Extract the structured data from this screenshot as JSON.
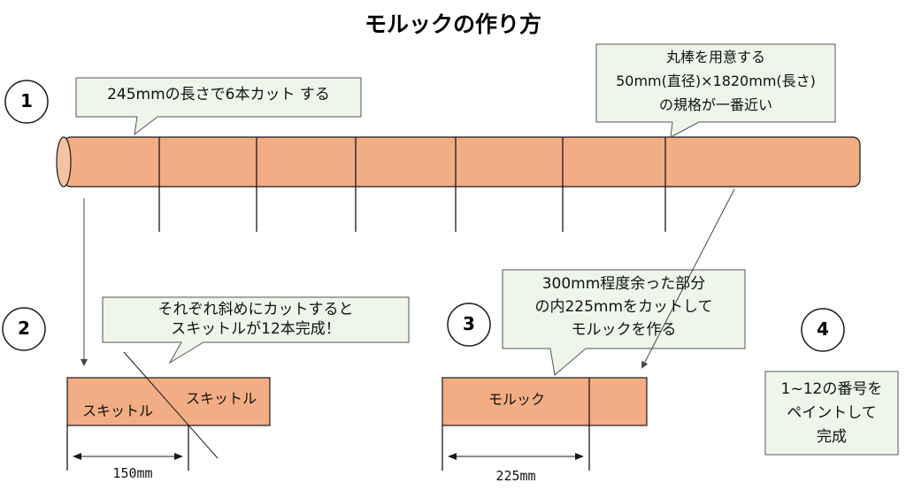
{
  "title": "モルックの作り方",
  "steps": [
    "1",
    "2",
    "3",
    "4"
  ],
  "callouts": {
    "cut6": "245mmの長さで6本カット する",
    "rod_line1": "丸棒を用意する",
    "rod_line2": "50mm(直径)×1820mm(長さ)",
    "rod_line3": "の規格が一番近い",
    "diag_line1": "それぞれ斜めにカットすると",
    "diag_line2": "スキットルが12本完成！",
    "rest_line1": "300mm程度余った部分",
    "rest_line2": "の内225mmをカットして",
    "rest_line3": "モルックを作る",
    "paint_line1": "1~12の番号を",
    "paint_line2": "ペイントして",
    "paint_line3": "完成"
  },
  "labels": {
    "skittle_left": "スキットル",
    "skittle_right": "スキットル",
    "molkky": "モルック"
  },
  "dimensions": {
    "skittle_width": "150mm",
    "molkky_length": "225mm"
  },
  "colors": {
    "wood": "#f3ad84",
    "callout_bg": "#eef6ea",
    "line": "#1a1a1a"
  }
}
